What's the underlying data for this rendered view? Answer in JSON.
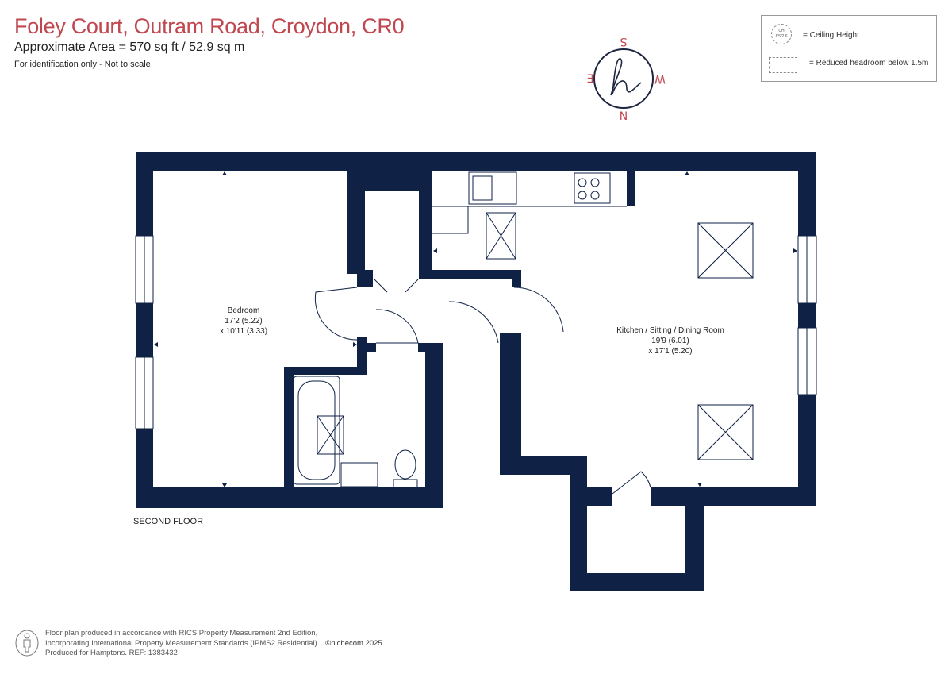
{
  "header": {
    "title": "Foley Court, Outram Road, Croydon, CR0",
    "area": "Approximate Area = 570 sq ft / 52.9 sq m",
    "note": "For identification only - Not to scale"
  },
  "compass": {
    "s": "S",
    "e": "E",
    "w": "W",
    "n": "N"
  },
  "legend": {
    "ceiling_badge_line1": "CH",
    "ceiling_badge_line2": "8'5/2.6",
    "ceiling_height": "= Ceiling Height",
    "reduced_headroom": "= Reduced headroom below 1.5m"
  },
  "rooms": {
    "bedroom": {
      "name": "Bedroom",
      "dim1": "17'2 (5.22)",
      "dim2": "x 10'11 (3.33)"
    },
    "kitchen": {
      "name": "Kitchen / Sitting / Dining Room",
      "dim1": "19'9 (6.01)",
      "dim2": "x 17'1 (5.20)"
    }
  },
  "floor_label": "SECOND FLOOR",
  "footer": {
    "line1": "Floor plan produced in accordance with RICS Property Measurement 2nd Edition,",
    "line2": "Incorporating International Property Measurement Standards (IPMS2 Residential).",
    "copyright": "©nichecom 2025.",
    "line3": "Produced for Hamptons.  REF: 1383432"
  },
  "colors": {
    "wall": "#0f2246",
    "title": "#c0474f",
    "compass": "#c0474f"
  }
}
